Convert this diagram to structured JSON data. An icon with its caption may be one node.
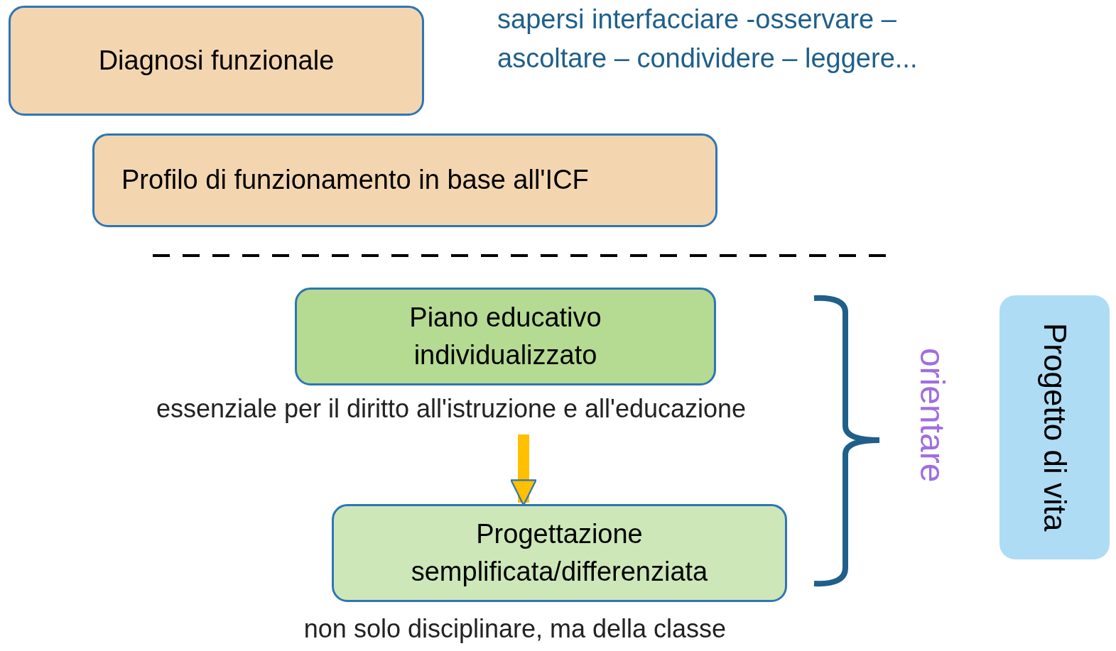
{
  "diagram": {
    "nodes": [
      {
        "text": [
          "Diagnosi funzionale"
        ]
      },
      {
        "text": [
          "Profilo di funzionamento in base all'ICF"
        ]
      },
      {
        "text": [
          "Piano educativo individualizzato"
        ],
        "beside": [
          "essenziale per il diritto all'istruzione e all'educazione"
        ]
      },
      {
        "text": [
          "Progettazione semplificata/differenziata"
        ],
        "beside": [
          "non solo disciplinare, ma della classe"
        ]
      },
      {
        "text": [
          "Progetto di vita"
        ]
      }
    ],
    "edges": [
      {
        "from": 2,
        "to": 3,
        "arrow": "to"
      }
    ],
    "labels": [
      "sapersi interfacciare -osservare – ascoltare – condividere – leggere...",
      "orientare"
    ]
  }
}
